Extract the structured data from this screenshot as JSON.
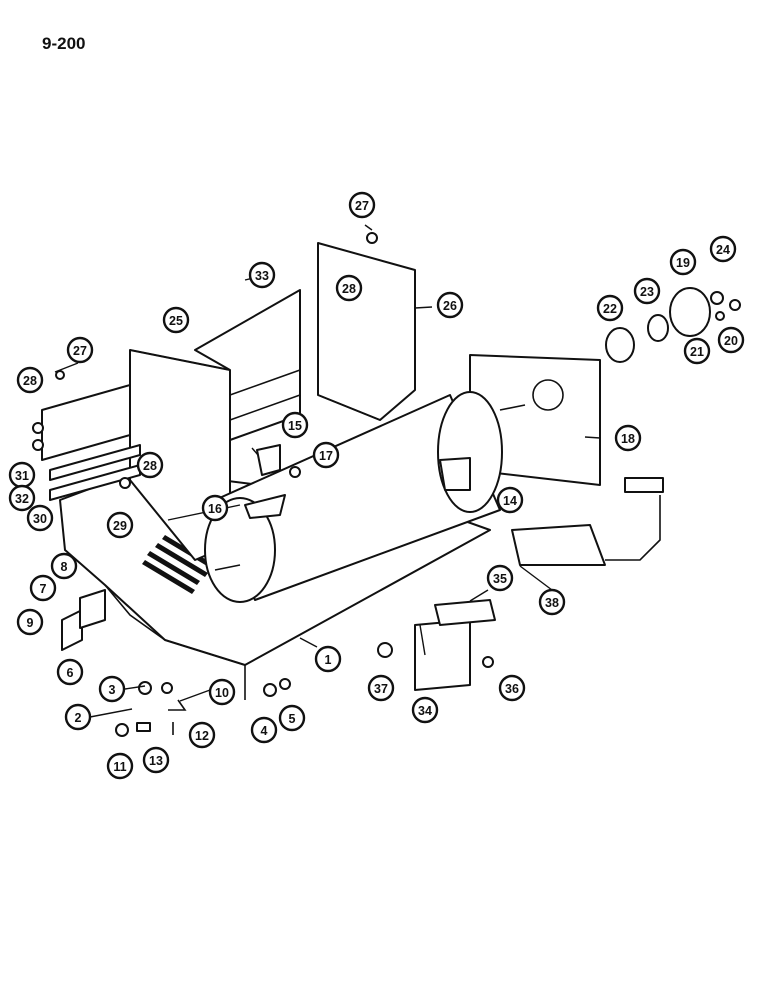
{
  "page": {
    "number_label": "9-200"
  },
  "callouts": [
    {
      "label": "1"
    },
    {
      "label": "2"
    },
    {
      "label": "3"
    },
    {
      "label": "4"
    },
    {
      "label": "5"
    },
    {
      "label": "6"
    },
    {
      "label": "7"
    },
    {
      "label": "8"
    },
    {
      "label": "9"
    },
    {
      "label": "10"
    },
    {
      "label": "11"
    },
    {
      "label": "12"
    },
    {
      "label": "13"
    },
    {
      "label": "14"
    },
    {
      "label": "15"
    },
    {
      "label": "16"
    },
    {
      "label": "17"
    },
    {
      "label": "18"
    },
    {
      "label": "19"
    },
    {
      "label": "20"
    },
    {
      "label": "21"
    },
    {
      "label": "22"
    },
    {
      "label": "23"
    },
    {
      "label": "24"
    },
    {
      "label": "25"
    },
    {
      "label": "26"
    },
    {
      "label": "27"
    },
    {
      "label": "27"
    },
    {
      "label": "28"
    },
    {
      "label": "28"
    },
    {
      "label": "28"
    },
    {
      "label": "29"
    },
    {
      "label": "30"
    },
    {
      "label": "31"
    },
    {
      "label": "32"
    },
    {
      "label": "33"
    },
    {
      "label": "34"
    },
    {
      "label": "35"
    },
    {
      "label": "36"
    },
    {
      "label": "37"
    },
    {
      "label": "38"
    }
  ]
}
